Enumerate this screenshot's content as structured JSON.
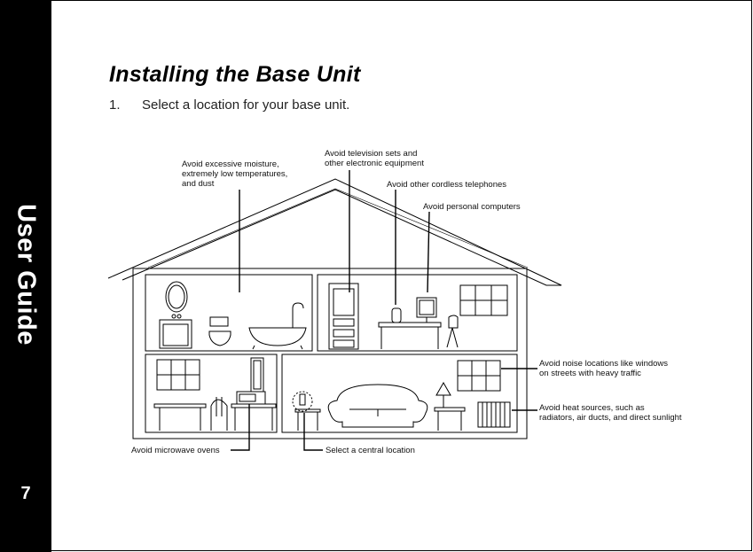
{
  "sidebar": {
    "title": "User Guide",
    "page_number": "7"
  },
  "heading": "Installing the Base Unit",
  "step": {
    "number": "1.",
    "text": "Select a location for your base unit."
  },
  "labels": {
    "moisture": [
      "Avoid excessive moisture,",
      "extremely low temperatures,",
      "and dust"
    ],
    "television": [
      "Avoid television sets and",
      "other electronic equipment"
    ],
    "cordless": "Avoid other cordless telephones",
    "computers": "Avoid personal computers",
    "noise": [
      "Avoid noise locations like windows",
      "on streets with heavy traffic"
    ],
    "heat": [
      "Avoid heat sources, such as",
      "radiators, air ducts, and direct sunlight"
    ],
    "microwave": "Avoid microwave ovens",
    "central": "Select a central location"
  },
  "icon": "house-cutaway-illustration"
}
